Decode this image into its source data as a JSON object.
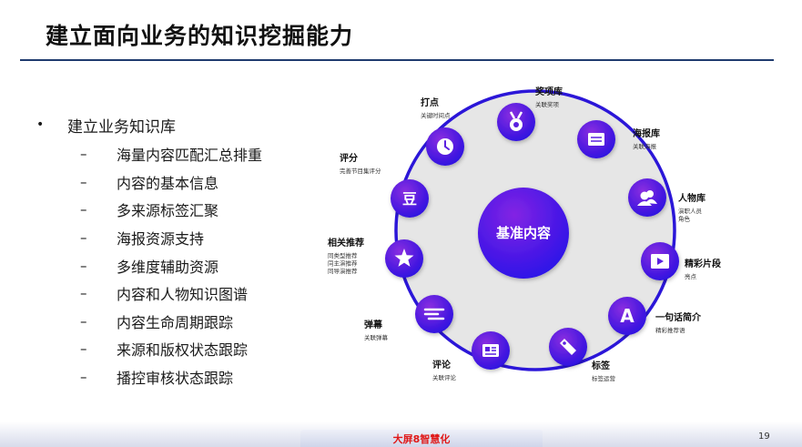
{
  "title": "建立面向业务的知识挖掘能力",
  "bullet": {
    "main": "建立业务知识库",
    "marker": "•",
    "dash": "–",
    "items": [
      "海量内容匹配汇总排重",
      "内容的基本信息",
      "多来源标签汇聚",
      "海报资源支持",
      "多维度辅助资源",
      "内容和人物知识图谱",
      "内容生命周期跟踪",
      "来源和版权状态跟踪",
      "播控审核状态跟踪"
    ]
  },
  "diagram": {
    "center": "基准内容",
    "nodes": [
      {
        "title": "奖项库",
        "sub": [
          "关联奖项"
        ],
        "icon": "medal-icon"
      },
      {
        "title": "海报库",
        "sub": [
          "关联海报"
        ],
        "icon": "poster-icon"
      },
      {
        "title": "人物库",
        "sub": [
          "演职人员",
          "角色"
        ],
        "icon": "people-icon"
      },
      {
        "title": "精彩片段",
        "sub": [
          "亮点"
        ],
        "icon": "film-icon"
      },
      {
        "title": "一句话简介",
        "sub": [
          "精彩推荐语"
        ],
        "icon": "letter-a-icon"
      },
      {
        "title": "标签",
        "sub": [
          "标签运营"
        ],
        "icon": "tag-icon"
      },
      {
        "title": "评论",
        "sub": [
          "关联评论"
        ],
        "icon": "news-icon"
      },
      {
        "title": "弹幕",
        "sub": [
          "关联弹幕"
        ],
        "icon": "danmaku-icon"
      },
      {
        "title": "相关推荐",
        "sub": [
          "同类型推荐",
          "同主演推荐",
          "同导演推荐"
        ],
        "icon": "star-icon"
      },
      {
        "title": "评分",
        "sub": [
          "完善节目集评分"
        ],
        "icon": "douban-icon",
        "glyph": "豆"
      },
      {
        "title": "打点",
        "sub": [
          "关键时间点"
        ],
        "icon": "clock-icon"
      }
    ],
    "colors": {
      "ring": "#2b16d8",
      "fill": "#e6e6e6",
      "node_top": "#8a2ee0",
      "node_bottom": "#2a0fe0",
      "center_top": "#8324e4",
      "center_bottom": "#2410e8"
    }
  },
  "footer": {
    "label": "大屏8智慧化",
    "page": "19"
  }
}
